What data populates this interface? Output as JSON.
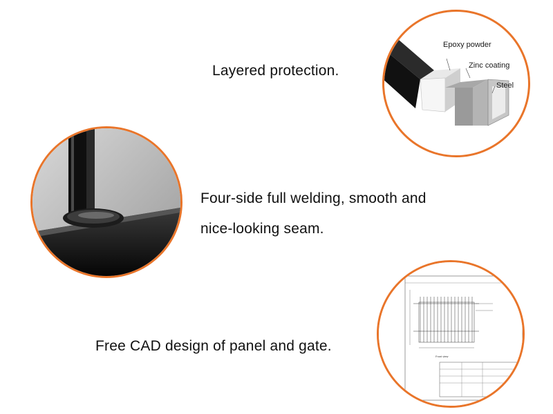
{
  "features": [
    {
      "caption": "Layered protection.",
      "layers": [
        "Epoxy powder",
        "Zinc coating",
        "Steel"
      ]
    },
    {
      "caption_lines": [
        "Four-side full welding, smooth and",
        "nice-looking seam."
      ]
    },
    {
      "caption": "Free CAD design of panel and gate.",
      "drawing_label": "Front view"
    }
  ],
  "colors": {
    "accent": "#e9752a",
    "text": "#111111"
  }
}
